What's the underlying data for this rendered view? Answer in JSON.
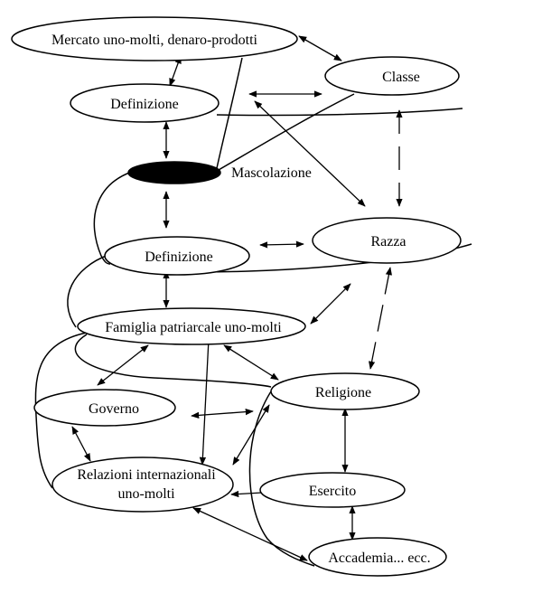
{
  "nodes": {
    "mercato": "Mercato uno-molti, denaro-prodotti",
    "classe": "Classe",
    "definizione_top": "Definizione",
    "mascolazione": "Mascolazione",
    "razza": "Razza",
    "definizione_mid": "Definizione",
    "famiglia": "Famiglia patriarcale uno-molti",
    "religione": "Religione",
    "governo": "Governo",
    "relazioni_line1": "Relazioni internazionali",
    "relazioni_line2": "uno-molti",
    "esercito": "Esercito",
    "accademia": "Accademia... ecc."
  },
  "colors": {
    "ink": "#000000",
    "background": "#ffffff"
  }
}
